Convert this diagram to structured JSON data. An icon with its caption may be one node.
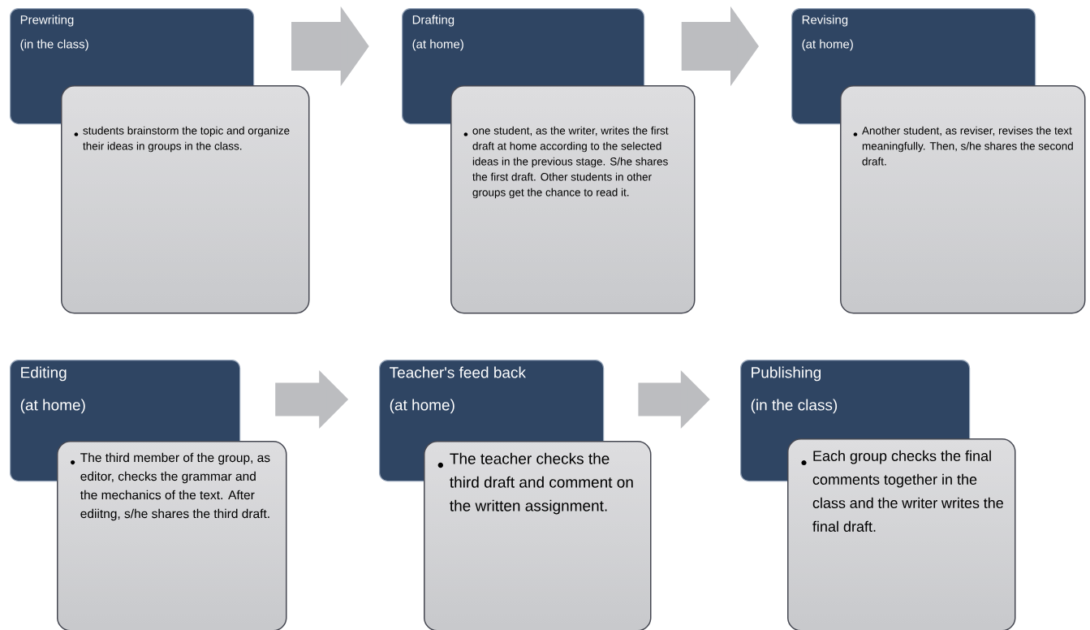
{
  "diagram": {
    "nodes": [
      {
        "text": [
          "Prewriting",
          "(in the class)"
        ]
      },
      {
        "text": [
          "students brainstorm the topic and organize their ideas in groups in the class."
        ]
      },
      {
        "text": [
          "Drafting",
          "(at home)"
        ]
      },
      {
        "text": [
          "one student, as the writer, writes the first draft at home according to the selected ideas in the previous stage. S/he shares the first draft. Other students in other groups get the chance to read it."
        ]
      },
      {
        "text": [
          "Revising",
          "(at home)"
        ]
      },
      {
        "text": [
          "Another student, as reviser, revises the text meaningfully. Then, s/he shares the second draft."
        ]
      },
      {
        "text": [
          "Editing",
          "(at home)"
        ]
      },
      {
        "text": [
          "The third member of the group, as editor, checks the grammar and the mechanics of the text. After ediitng, s/he shares the third draft."
        ]
      },
      {
        "text": [
          "Teacher's feed back",
          "(at home)"
        ]
      },
      {
        "text": [
          "The teacher checks the third draft and comment on the written assignment."
        ]
      },
      {
        "text": [
          "Publishing",
          "(in the class)"
        ]
      },
      {
        "text": [
          "Each group checks the final comments together in the class and the writer writes the final draft."
        ]
      }
    ],
    "edges": [
      {
        "from": 0,
        "to": 2,
        "arrow": "to"
      },
      {
        "from": 2,
        "to": 4,
        "arrow": "to"
      },
      {
        "from": 6,
        "to": 8,
        "arrow": "to"
      },
      {
        "from": 8,
        "to": 10,
        "arrow": "to"
      }
    ]
  }
}
